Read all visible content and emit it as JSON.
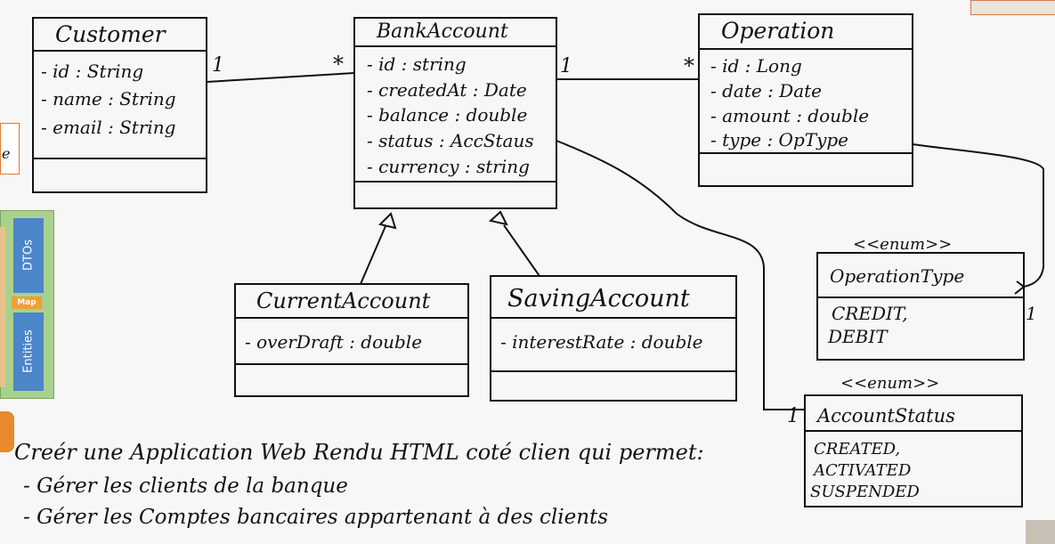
{
  "classes": {
    "customer": {
      "name": "Customer",
      "attributes": [
        "- id : String",
        "- name : String",
        "- email : String"
      ]
    },
    "bank_account": {
      "name": "BankAccount",
      "attributes": [
        "- id : string",
        "- createdAt : Date",
        "- balance : double",
        "- status : AccStaus",
        "- currency : string"
      ]
    },
    "operation": {
      "name": "Operation",
      "attributes": [
        "- id : Long",
        "- date : Date",
        "- amount : double",
        "- type : OpType"
      ]
    },
    "current_account": {
      "name": "CurrentAccount",
      "attributes": [
        "- overDraft : double"
      ]
    },
    "saving_account": {
      "name": "SavingAccount",
      "attributes": [
        "- interestRate : double"
      ]
    },
    "operation_type": {
      "stereotype": "<<enum>>",
      "name": "OperationType",
      "values": [
        "CREDIT,",
        "DEBIT"
      ]
    },
    "account_status": {
      "stereotype": "<<enum>>",
      "name": "AccountStatus",
      "values": [
        "CREATED,",
        "ACTIVATED",
        "SUSPENDED"
      ]
    }
  },
  "multiplicities": {
    "customer_one": "1",
    "bank_many": "*",
    "bank_one": "1",
    "operation_many": "*",
    "optype_one": "1",
    "status_one": "1"
  },
  "side_panel": {
    "dtos_label": "DTOs",
    "map_label": "Map",
    "entities_label": "Entities",
    "fragment_letter": "e"
  },
  "notes": {
    "heading": "Creér une Application Web Rendu HTML coté clien qui permet:",
    "bullets": [
      "- Gérer les clients de la banque",
      "- Gérer les Comptes bancaires appartenant à des clients"
    ]
  }
}
